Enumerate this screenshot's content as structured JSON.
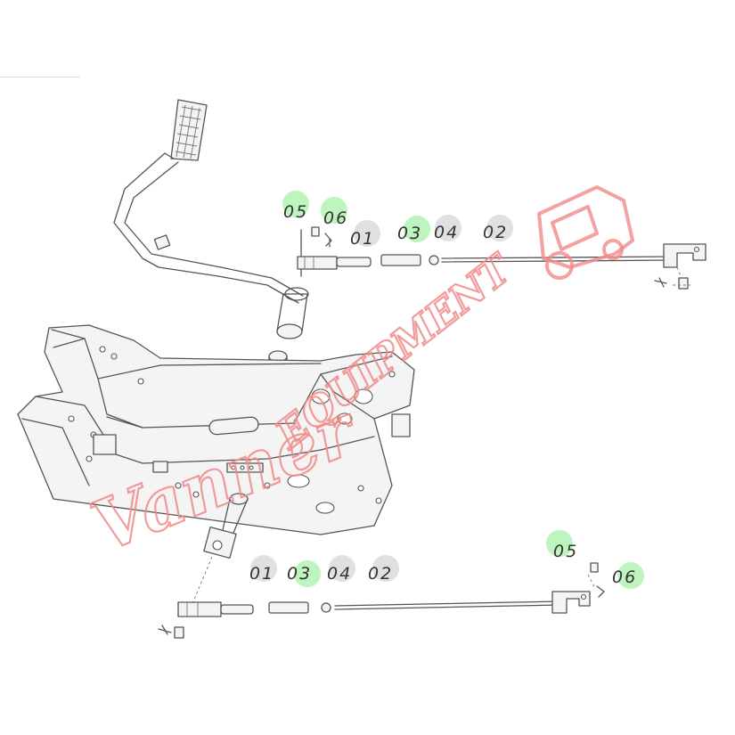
{
  "labels": [
    {
      "id": "upper-05",
      "text": "05",
      "highlight": "green"
    },
    {
      "id": "upper-06",
      "text": "06",
      "highlight": "green"
    },
    {
      "id": "upper-01",
      "text": "01",
      "highlight": "grey"
    },
    {
      "id": "upper-03",
      "text": "03",
      "highlight": "green"
    },
    {
      "id": "upper-04",
      "text": "04",
      "highlight": "grey"
    },
    {
      "id": "upper-02",
      "text": "02",
      "highlight": "grey"
    },
    {
      "id": "lower-01",
      "text": "01",
      "highlight": "grey"
    },
    {
      "id": "lower-03",
      "text": "03",
      "highlight": "green"
    },
    {
      "id": "lower-04",
      "text": "04",
      "highlight": "grey"
    },
    {
      "id": "lower-02",
      "text": "02",
      "highlight": "grey"
    },
    {
      "id": "lower-05",
      "text": "05",
      "highlight": "green"
    },
    {
      "id": "lower-06",
      "text": "06",
      "highlight": "green"
    }
  ],
  "watermark": {
    "brand": "Vanner",
    "word": "EQUIPMENT"
  },
  "colors": {
    "highlight_green": "#a8f0a8",
    "highlight_grey": "#d6d6d6",
    "watermark": "#f08a8a",
    "line": "#555555"
  }
}
